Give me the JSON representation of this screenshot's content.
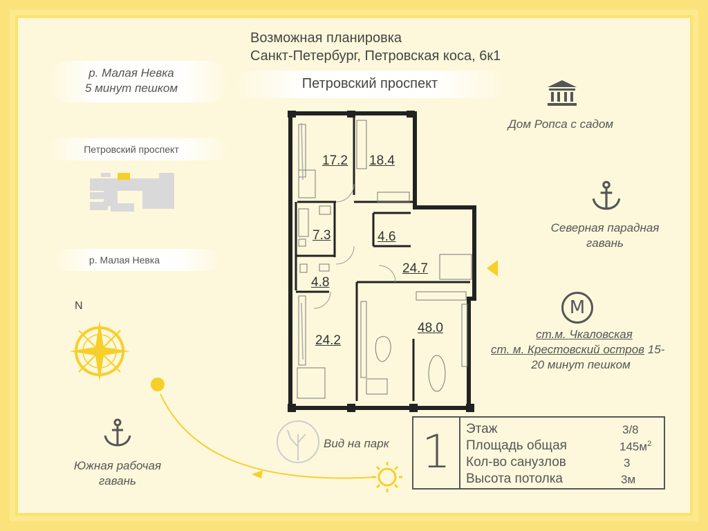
{
  "header": {
    "line1": "Возможная планировка",
    "line2": "Санкт-Петербург, Петровская коса, 6к1",
    "street": "Петровский проспект"
  },
  "left": {
    "river_name": "р. Малая Невка",
    "river_walk": "5 минут пешком",
    "map_top_label": "Петровский проспект",
    "map_bottom_label": "р. Малая Невка",
    "compass_letter": "N",
    "harbor_south_line1": "Южная рабочая",
    "harbor_south_line2": "гавань"
  },
  "right": {
    "ropsa_house": "Дом Ропса с садом",
    "harbor_north_line1": "Северная парадная",
    "harbor_north_line2": "гавань",
    "metro_line1": "ст.м. Чкаловская",
    "metro_line2a": "ст. м. Крестовский остров",
    "metro_line2b": " 15-",
    "metro_line3": "20 минут пешком",
    "metro_symbol": "M"
  },
  "park_view": "Вид на парк",
  "rooms": {
    "r1": "17.2",
    "r2": "18.4",
    "r3": "7.3",
    "r4": "4.6",
    "r5": "24.7",
    "r6": "4.8",
    "r7": "24.2",
    "r8": "48.0"
  },
  "info": {
    "floor_big": "1",
    "floor_label": "Этаж",
    "floor_value": "3/8",
    "area_label": "Площадь общая",
    "area_value": "145м",
    "area_sup": "2",
    "bath_label": "Кол-во санузлов",
    "bath_value": "3",
    "ceiling_label": "Высота потолка",
    "ceiling_value": "3м"
  },
  "colors": {
    "border_yellow": "#fbe27a",
    "inner_bg": "#fdf8dc",
    "accent_yellow": "#f7cf2a",
    "wall": "#222222"
  }
}
